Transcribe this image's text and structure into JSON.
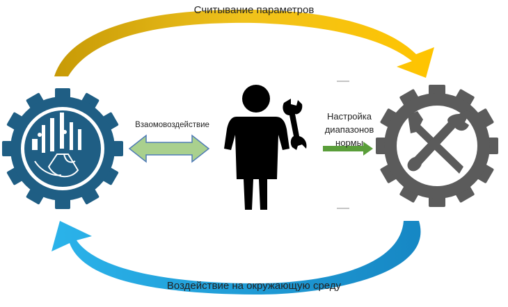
{
  "diagram": {
    "top_label": "Считывание параметров",
    "bottom_label": "Воздействие на окружающую среду",
    "interaction_label": "Взаомовоздействие",
    "setting_label_lines": [
      "Настройка",
      "диапазонов",
      "нормы"
    ]
  },
  "nodes": [
    {
      "id": "industrial-plant",
      "icon": "factory-gear-icon",
      "color": "#1f5e84"
    },
    {
      "id": "operator",
      "icon": "person-with-wrench-icon",
      "color": "#000000"
    },
    {
      "id": "maintenance",
      "icon": "tools-gear-icon",
      "color": "#5b5b5b"
    }
  ],
  "colors": {
    "top_arrow": "#e7b20a",
    "bottom_arrow": "#1fa3dc",
    "double_arrow_fill": "#a9d08e",
    "double_arrow_stroke": "#4e7ab5",
    "small_arrow": "#5a9e3a",
    "plant_blue": "#1f5e84",
    "tool_gear_gray": "#5b5b5b"
  }
}
